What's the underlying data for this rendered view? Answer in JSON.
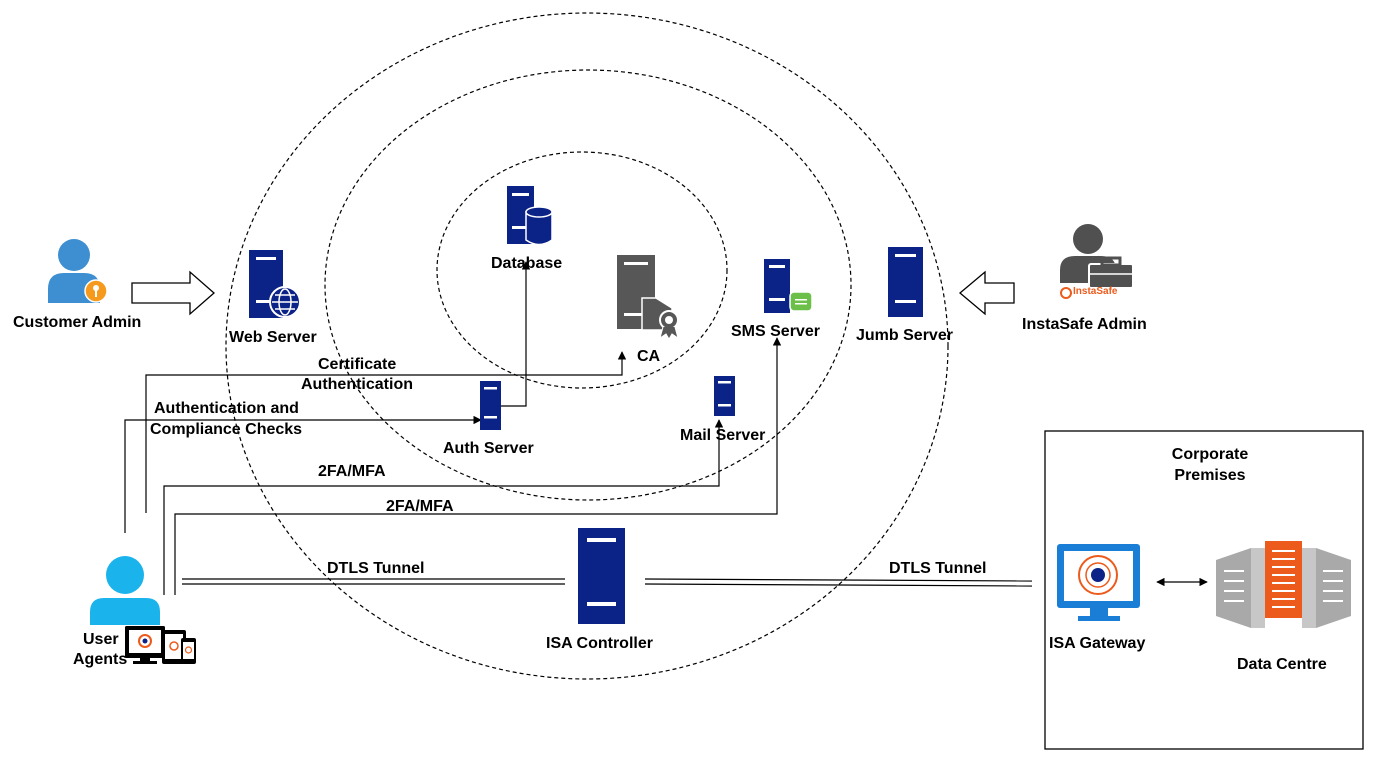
{
  "nodes": {
    "customer_admin": "Customer Admin",
    "web_server": "Web Server",
    "database": "Database",
    "ca": "CA",
    "sms_server": "SMS Server",
    "jump_server": "Jumb Server",
    "instasafe_admin": "InstaSafe Admin",
    "instasafe_logo": "InstaSafe",
    "auth_server": "Auth Server",
    "mail_server": "Mail Server",
    "user_agents_line1": "User",
    "user_agents_line2": "Agents",
    "isa_controller": "ISA Controller",
    "isa_gateway": "ISA Gateway",
    "data_centre": "Data Centre"
  },
  "corporate": {
    "title_line1": "Corporate",
    "title_line2": "Premises"
  },
  "edges": {
    "cert_auth_line1": "Certificate",
    "cert_auth_line2": "Authentication",
    "auth_compliance_line1": "Authentication and",
    "auth_compliance_line2": "Compliance Checks",
    "mfa_mail": "2FA/MFA",
    "mfa_sms": "2FA/MFA",
    "dtls_left": "DTLS Tunnel",
    "dtls_right": "DTLS Tunnel"
  },
  "colors": {
    "server_blue": "#0b2286",
    "ca_gray": "#575757",
    "person_blue": "#3d8fd1",
    "user_cyan": "#1ab3ec",
    "admin_gray": "#505050",
    "key_orange": "#f59a1d",
    "sms_green": "#6cc04a",
    "gateway_blue": "#1a7ed6",
    "datacentre_orange": "#ec5b1c",
    "datacentre_gray": "#a9a9a9"
  }
}
